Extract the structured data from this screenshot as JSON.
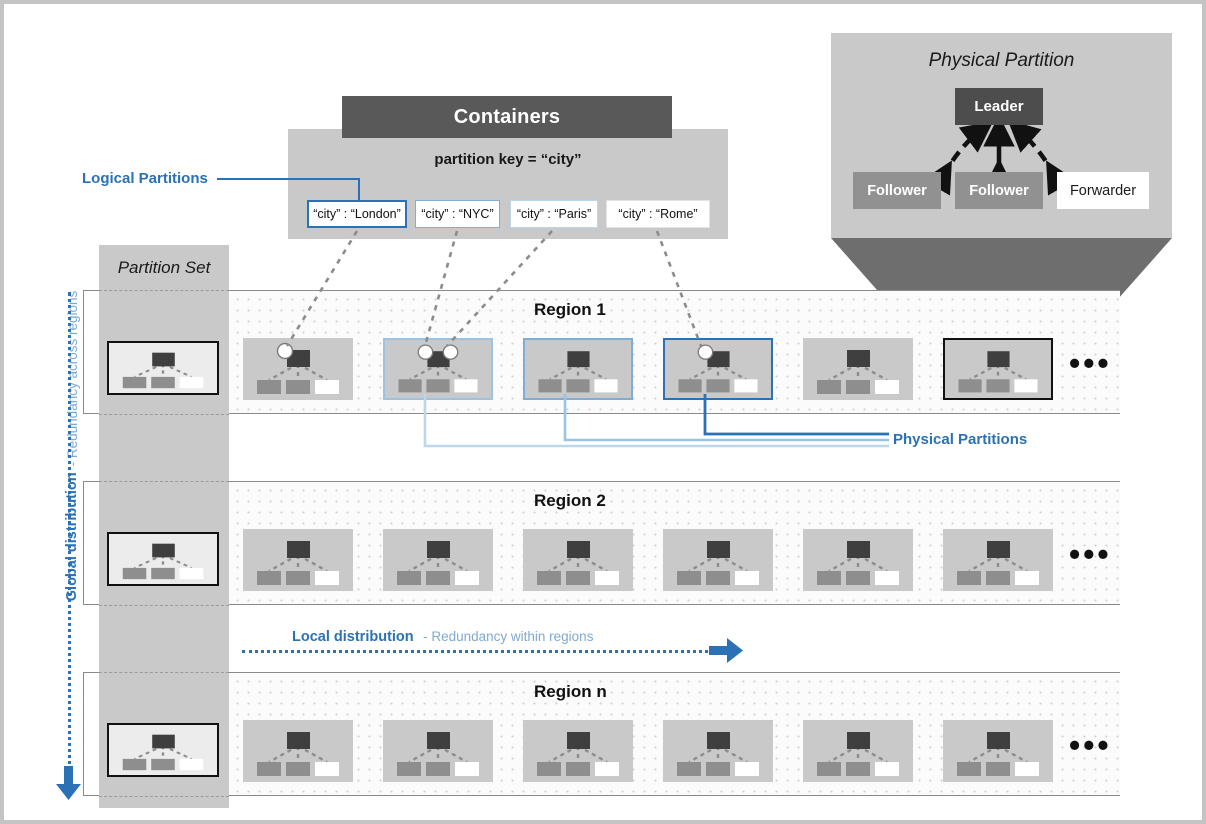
{
  "title": "Cosmos DB partitioning architecture diagram",
  "containers": {
    "header_label": "Containers",
    "partition_key_label": "partition key = “city”",
    "logical_partitions_label": "Logical Partitions",
    "logical_partitions": [
      {
        "label": "“city” : “London”",
        "border": "#2a72b5"
      },
      {
        "label": "“city” : “NYC”",
        "border": "#7fadd6"
      },
      {
        "label": "“city” : “Paris”",
        "border": "#bcd6ea"
      },
      {
        "label": "“city” : “Rome”",
        "border": "#e2e2e2"
      }
    ]
  },
  "physical_partition_panel": {
    "title": "Physical Partition",
    "leader_label": "Leader",
    "nodes": [
      {
        "label": "Follower",
        "style": "gray"
      },
      {
        "label": "Follower",
        "style": "gray"
      },
      {
        "label": "Forwarder",
        "style": "white"
      }
    ]
  },
  "partition_set": {
    "title": "Partition Set"
  },
  "global_distribution": {
    "bold": "Global distribution",
    "sub": "- Redundancy across regions"
  },
  "local_distribution": {
    "bold": "Local distribution",
    "sub": "- Redundancy within regions"
  },
  "physical_partitions_callout": {
    "label": "Physical Partitions"
  },
  "regions": [
    {
      "name": "Region 1",
      "ellipsis": "•••"
    },
    {
      "name": "Region 2",
      "ellipsis": "•••"
    },
    {
      "name": "Region n",
      "ellipsis": "•••"
    }
  ],
  "colors": {
    "accent_blue": "#2a72b5",
    "accent_blue_mid": "#7fadd6",
    "accent_blue_light": "#bcd6ea",
    "panel_gray": "#c9c9c9",
    "leader_dark": "#4d4d4d",
    "follower_gray": "#919191",
    "frame_gray": "#c4c4c4"
  }
}
